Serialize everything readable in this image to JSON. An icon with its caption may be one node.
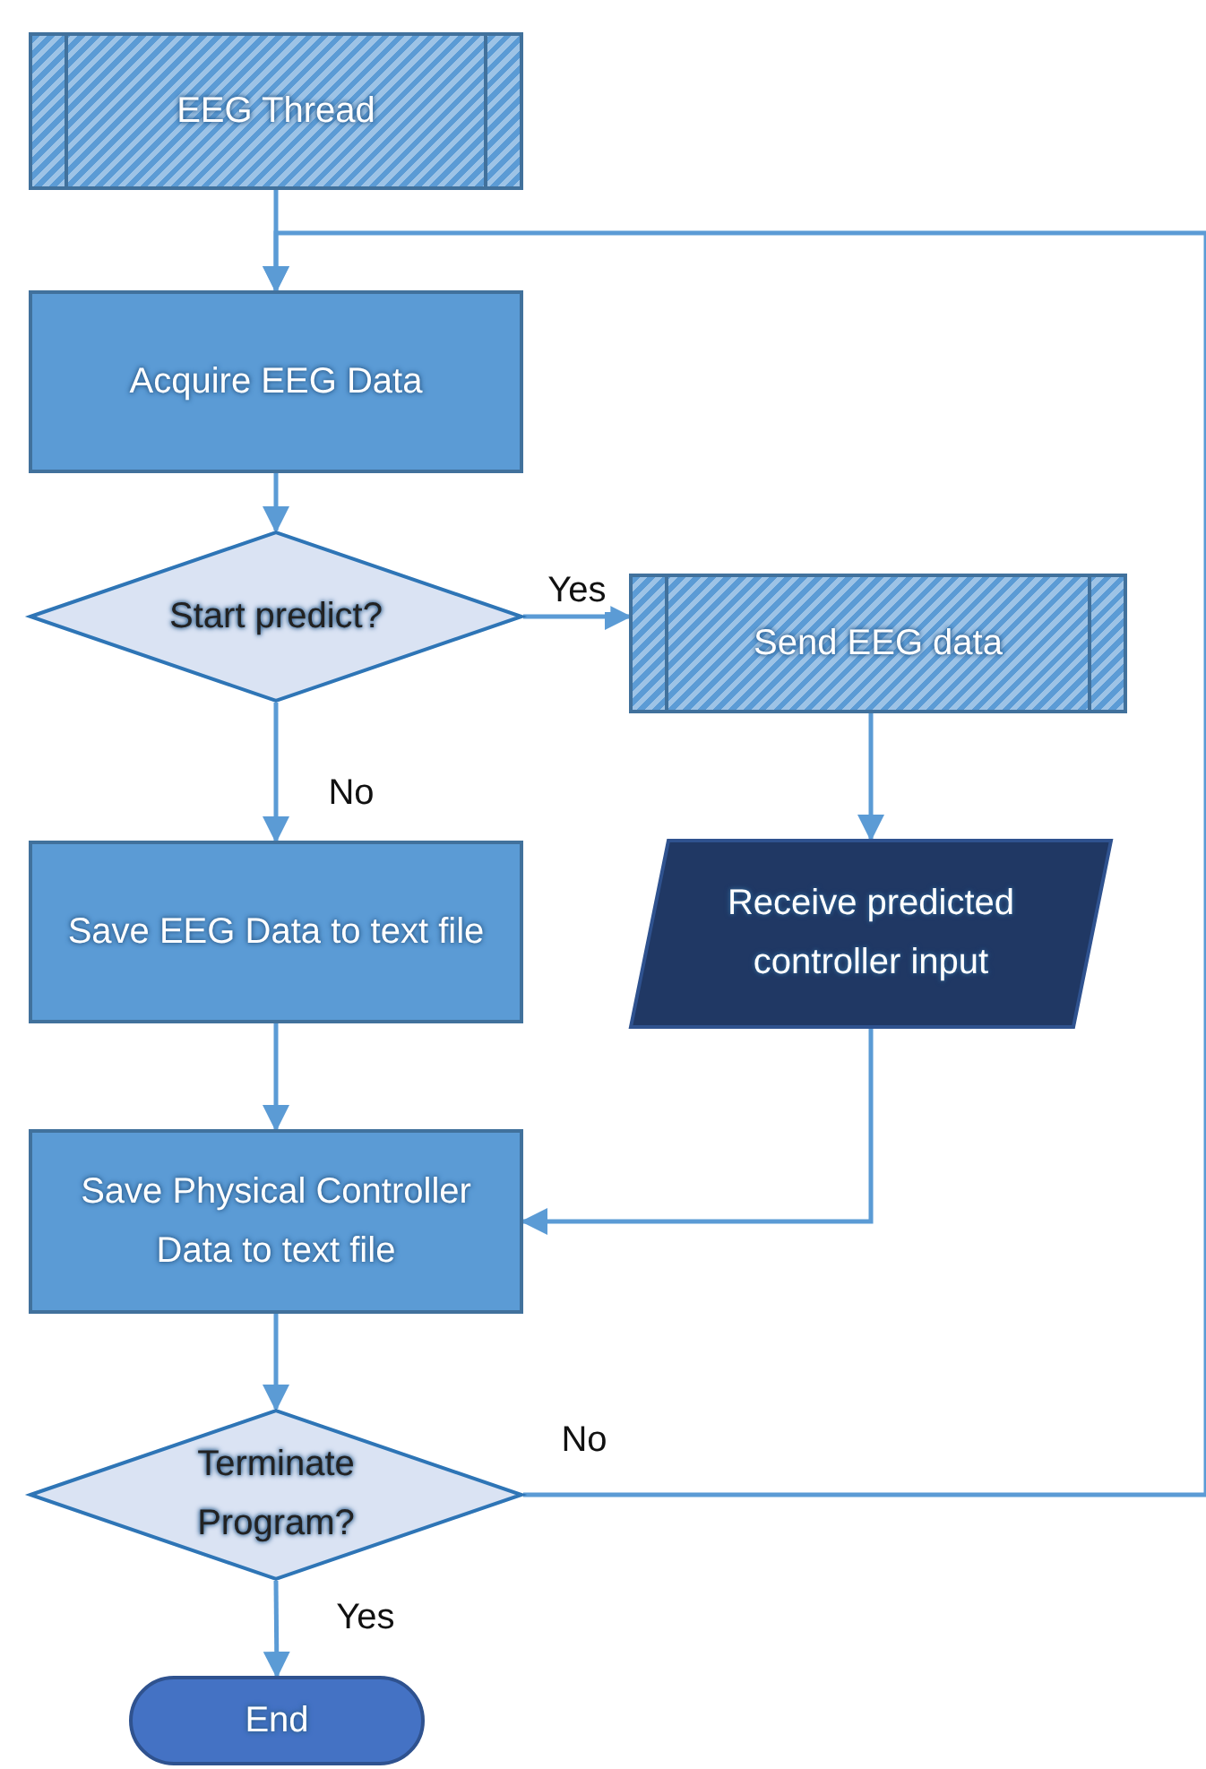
{
  "diagram": {
    "nodes": [
      {
        "text": [
          "EEG Thread"
        ]
      },
      {
        "text": [
          "Acquire EEG Data"
        ]
      },
      {
        "text": [
          "Start predict?"
        ]
      },
      {
        "text": [
          "Send EEG data"
        ]
      },
      {
        "text": [
          "Receive predicted controller input"
        ]
      },
      {
        "text": [
          "Save EEG Data to text file"
        ]
      },
      {
        "text": [
          "Save Physical Controller Data to text file"
        ]
      },
      {
        "text": [
          "Terminate Program?"
        ]
      },
      {
        "text": [
          "End"
        ]
      }
    ],
    "edges": [
      {
        "from": 0,
        "to": 1,
        "arrow": "to"
      },
      {
        "from": 1,
        "to": 2,
        "arrow": "to"
      },
      {
        "from": 2,
        "to": 3,
        "arrow": "to",
        "label": "Yes"
      },
      {
        "from": 2,
        "to": 5,
        "arrow": "to",
        "label": "No"
      },
      {
        "from": 3,
        "to": 4,
        "arrow": "to"
      },
      {
        "from": 5,
        "to": 6,
        "arrow": "to"
      },
      {
        "from": 4,
        "to": 6,
        "arrow": "to"
      },
      {
        "from": 6,
        "to": 7,
        "arrow": "to"
      },
      {
        "from": 7,
        "to": 8,
        "arrow": "to",
        "label": "Yes"
      },
      {
        "from": 7,
        "to": 1,
        "arrow": "to",
        "label": "No"
      }
    ]
  }
}
